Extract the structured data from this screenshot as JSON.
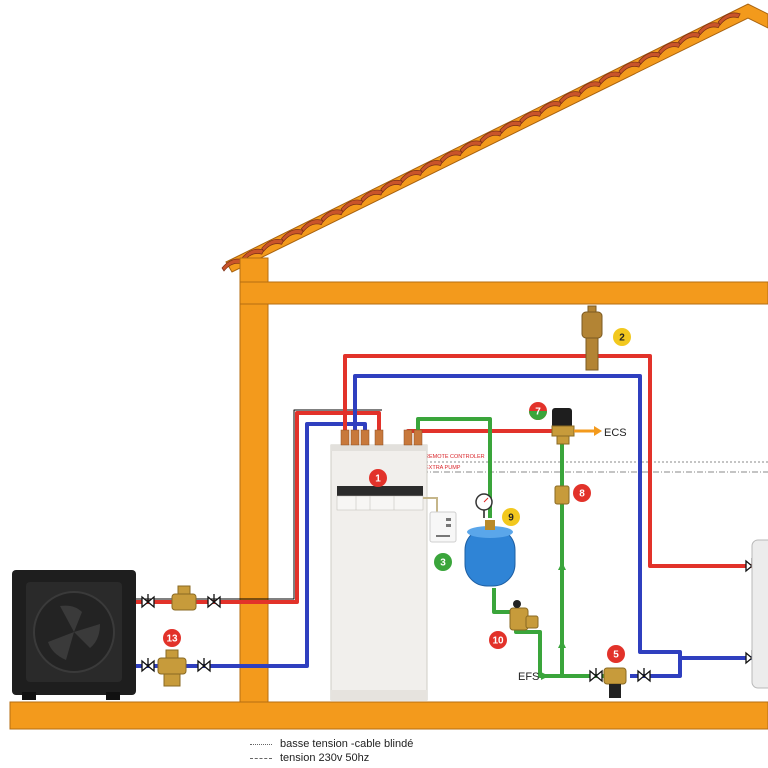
{
  "labels": {
    "ecs": "ECS",
    "efs": "EFS",
    "remote_controller": "REMOTE CONTROLER",
    "extra_pump": "EXTRA PUMP"
  },
  "badges": [
    {
      "num": "1",
      "color": "#e2322a"
    },
    {
      "num": "2",
      "color": "#f2c81e"
    },
    {
      "num": "3",
      "color": "#3aa53b"
    },
    {
      "num": "5",
      "color": "#e2322a"
    },
    {
      "num": "7",
      "color": "#e2322a",
      "color2": "#3aa53b"
    },
    {
      "num": "8",
      "color": "#e2322a"
    },
    {
      "num": "9",
      "color": "#f2c81e"
    },
    {
      "num": "10",
      "color": "#e2322a"
    },
    {
      "num": "13",
      "color": "#e2322a"
    }
  ],
  "legend": {
    "low_voltage": "basse tension -cable blindé",
    "mains": "tension 230v 50hz"
  },
  "colors": {
    "frame": "#f39a1c",
    "hot": "#e2322a",
    "cold": "#2f3fbf",
    "potable": "#3aa53b",
    "roof_tile": "#c9542a"
  }
}
